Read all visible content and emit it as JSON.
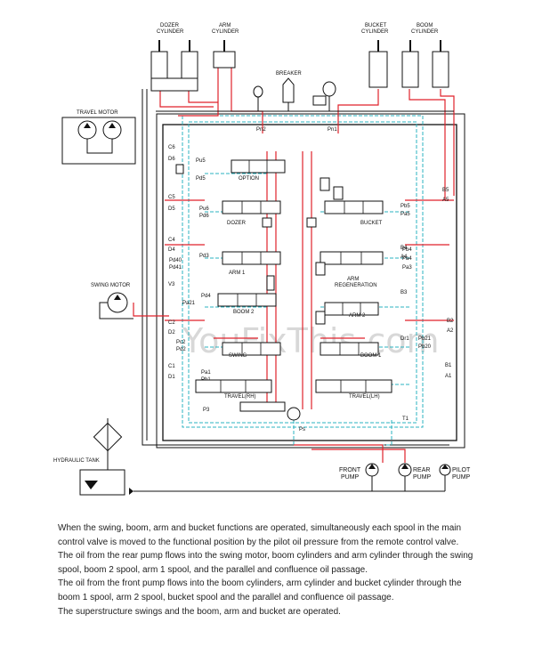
{
  "components": {
    "dozer_cylinder": "DOZER\nCYLINDER",
    "arm_cylinder": "ARM\nCYLINDER",
    "bucket_cylinder": "BUCKET\nCYLINDER",
    "boom_cylinder": "BOOM\nCYLINDER",
    "breaker": "BREAKER",
    "travel_motor": "TRAVEL MOTOR",
    "swing_motor": "SWING MOTOR",
    "hydraulic_tank": "HYDRAULIC TANK",
    "front_pump": "FRONT\nPUMP",
    "rear_pump": "REAR\nPUMP",
    "pilot_pump": "PILOT\nPUMP"
  },
  "spools": {
    "option": "OPTION",
    "dozer": "DOZER",
    "bucket": "BUCKET",
    "arm1": "ARM 1",
    "arm_regeneration": "ARM\nREGENERATION",
    "boom2": "BOOM 2",
    "arm2": "ARM 2",
    "swing": "SWING",
    "boom1": "BOOM 1",
    "travel_rh": "TRAVEL(RH)",
    "travel_lh": "TRAVEL(LH)"
  },
  "ports_left": [
    "C6",
    "D6",
    "C5",
    "D5",
    "C4",
    "D4",
    "V3",
    "C2",
    "D2",
    "C1",
    "D1"
  ],
  "ports_right": [
    "B5",
    "A5",
    "B4",
    "A4",
    "B3",
    "B2",
    "A2",
    "B1",
    "A1"
  ],
  "pilot_ports": [
    "Pn2",
    "Pn1",
    "Pu5",
    "Pd5",
    "Pu6",
    "Pd6",
    "Pd3",
    "Pd40",
    "Pd41",
    "Pb4",
    "Pa4",
    "Pb5",
    "Pa5",
    "Pa3",
    "Pb21",
    "Pb20",
    "Pa1",
    "Pb1",
    "Pc2",
    "Pd2",
    "Pa21",
    "T1",
    "Ps",
    "P3",
    "Pd4",
    "Dr1"
  ],
  "watermark": "YouFixThis.com",
  "description": [
    "When the swing, boom, arm and bucket functions are operated, simultaneously each spool in the main control valve is moved to the functional position by the pilot oil pressure from the remote control valve.",
    "The oil from the rear pump flows into the swing motor, boom cylinders and arm cylinder through the swing spool, boom 2 spool, arm 1 spool, and the parallel and confluence oil passage.",
    "The oil from the front pump flows into the boom cylinders, arm cylinder and bucket cylinder through the boom 1 spool, arm 2 spool, bucket spool and the parallel and confluence oil passage.",
    "The superstructure swings and the boom, arm and bucket are operated."
  ],
  "colors": {
    "red_line": "#e0222b",
    "pilot_line": "#2bb3c0",
    "black_line": "#111111",
    "watermark": "#d8d8d8"
  }
}
